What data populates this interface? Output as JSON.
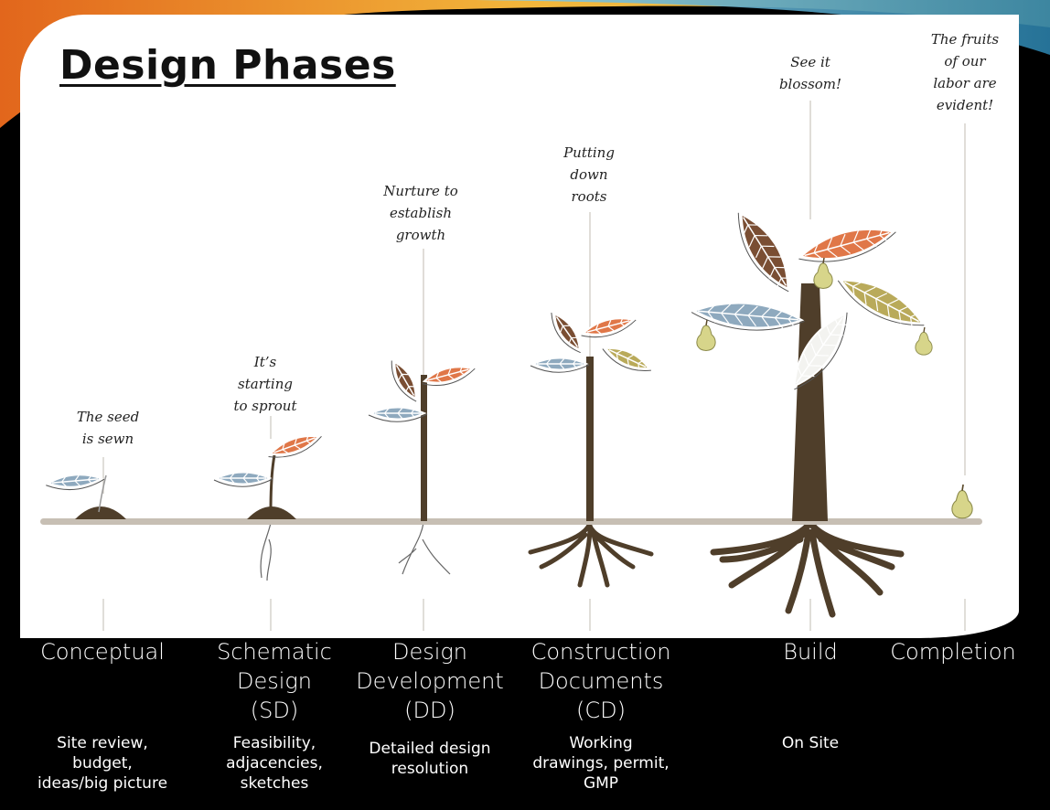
{
  "title": "Design Phases",
  "colors": {
    "trunk": "#4f3e2a",
    "leaf_blue": "#8ea9be",
    "leaf_orange": "#e07748",
    "leaf_brown": "#7a4e33",
    "leaf_olive": "#b9aa5a",
    "leaf_white": "#f3f3f0",
    "pear": "#d7d58a",
    "ground": "#c7bfb4"
  },
  "phases": [
    {
      "caption": [
        "The seed",
        "is sewn"
      ],
      "name": [
        "Conceptual"
      ],
      "desc": [
        "Site review,",
        "budget,",
        "ideas/big picture"
      ]
    },
    {
      "caption": [
        "It’s",
        "starting",
        "to sprout"
      ],
      "name": [
        "Schematic",
        "Design",
        "(SD)"
      ],
      "desc": [
        "Feasibility,",
        "adjacencies,",
        "sketches"
      ]
    },
    {
      "caption": [
        "Nurture to",
        "establish",
        "growth"
      ],
      "name": [
        "Design",
        "Development",
        "(DD)"
      ],
      "desc": [
        "Detailed design",
        "resolution"
      ]
    },
    {
      "caption": [
        "Putting",
        "down",
        "roots"
      ],
      "name": [
        "Construction",
        "Documents",
        "(CD)"
      ],
      "desc": [
        "Working",
        "drawings, permit,",
        "GMP"
      ]
    },
    {
      "caption": [
        "See it",
        "blossom!"
      ],
      "name": [
        "Build"
      ],
      "desc": [
        "On Site"
      ]
    },
    {
      "caption": [
        "The fruits",
        "of our",
        "labor are",
        "evident!"
      ],
      "name": [
        "Completion"
      ],
      "desc": []
    }
  ]
}
